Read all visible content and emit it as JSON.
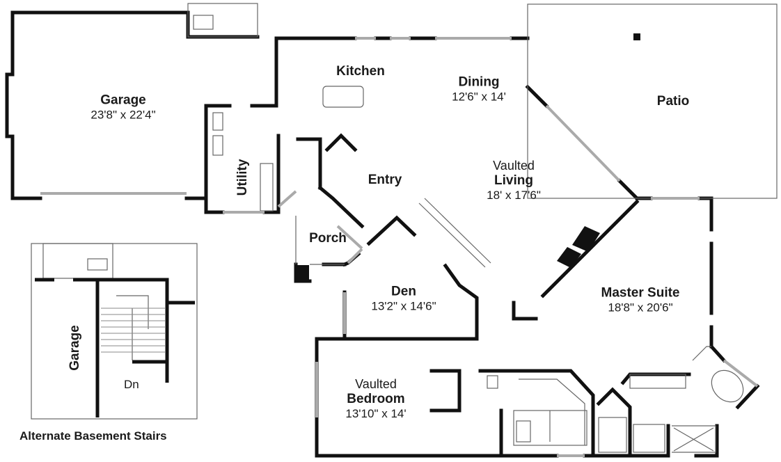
{
  "plan": {
    "caption": "Alternate Basement Stairs",
    "stair_label": "Dn",
    "colors": {
      "wall": "#111111",
      "thin": "#777777",
      "window": "#bbbbbb",
      "text": "#1a1a1a"
    }
  },
  "rooms": {
    "garage": {
      "name": "Garage",
      "dims": "23'8\" x 22'4\""
    },
    "kitchen": {
      "name": "Kitchen"
    },
    "dining": {
      "name": "Dining",
      "dims": "12'6\" x 14'"
    },
    "patio": {
      "name": "Patio"
    },
    "utility": {
      "name": "Utility"
    },
    "entry": {
      "name": "Entry"
    },
    "living": {
      "prefix": "Vaulted",
      "name": "Living",
      "dims": "18' x 17'6\""
    },
    "porch": {
      "name": "Porch"
    },
    "den": {
      "name": "Den",
      "dims": "13'2\" x 14'6\""
    },
    "master": {
      "name": "Master Suite",
      "dims": "18'8\" x 20'6\""
    },
    "bedroom": {
      "prefix": "Vaulted",
      "name": "Bedroom",
      "dims": "13'10\" x 14'"
    },
    "alt_garage": {
      "name": "Garage"
    }
  }
}
